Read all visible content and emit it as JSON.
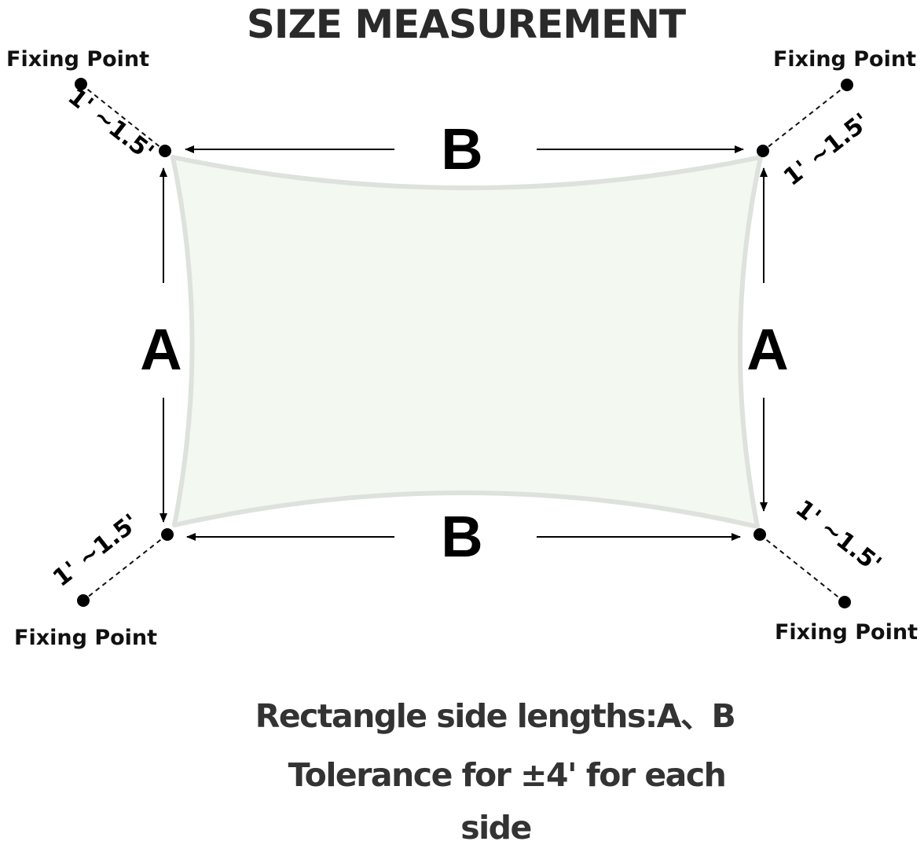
{
  "title": "SIZE MEASUREMENT",
  "fixing_points": {
    "top_left": "Fixing Point",
    "top_right": "Fixing Point",
    "bottom_left": "Fixing Point",
    "bottom_right": "Fixing Point"
  },
  "ranges": {
    "top_left": "1' ~1.5'",
    "top_right": "1' ~1.5'",
    "bottom_left": "1' ~1.5'",
    "bottom_right": "1' ~1.5'"
  },
  "dimensions": {
    "top": "B",
    "bottom": "B",
    "left": "A",
    "right": "A"
  },
  "notes": {
    "line1": "Rectangle side lengths:A、B",
    "line2": "Tolerance for ±4' for each",
    "line3": "side"
  },
  "colors": {
    "shade_fill": "#f3f8f1",
    "shade_border": "#dde2dd"
  }
}
